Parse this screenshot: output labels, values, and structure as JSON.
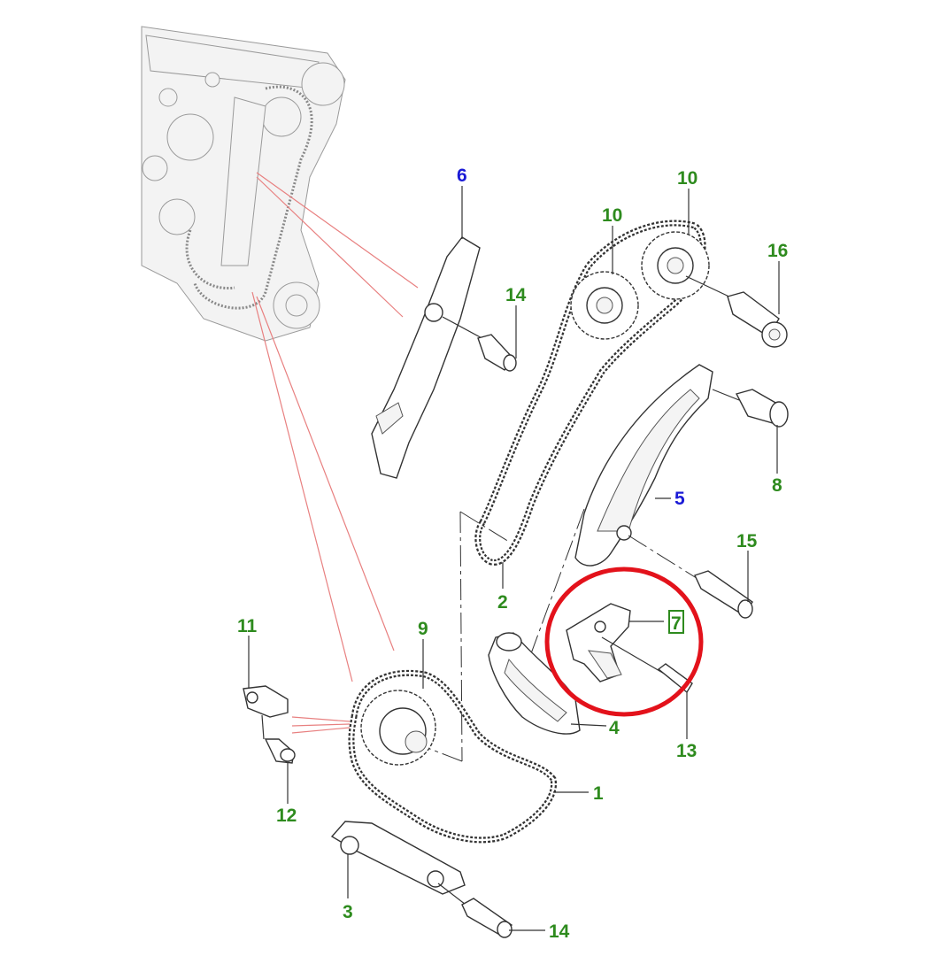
{
  "labels": {
    "l1": "1",
    "l2": "2",
    "l3": "3",
    "l4": "4",
    "l5": "5",
    "l6": "6",
    "l7": "7",
    "l8": "8",
    "l9": "9",
    "l10a": "10",
    "l10b": "10",
    "l11": "11",
    "l12": "12",
    "l13": "13",
    "l14a": "14",
    "l14b": "14",
    "l15": "15",
    "l16": "16"
  },
  "colors": {
    "part_number_green": "#2e8b1e",
    "part_number_blue": "#1a1ad6",
    "highlight_circle": "#e3121b",
    "highlight_box": "#2e8b1e"
  },
  "highlight": {
    "part": "7"
  }
}
